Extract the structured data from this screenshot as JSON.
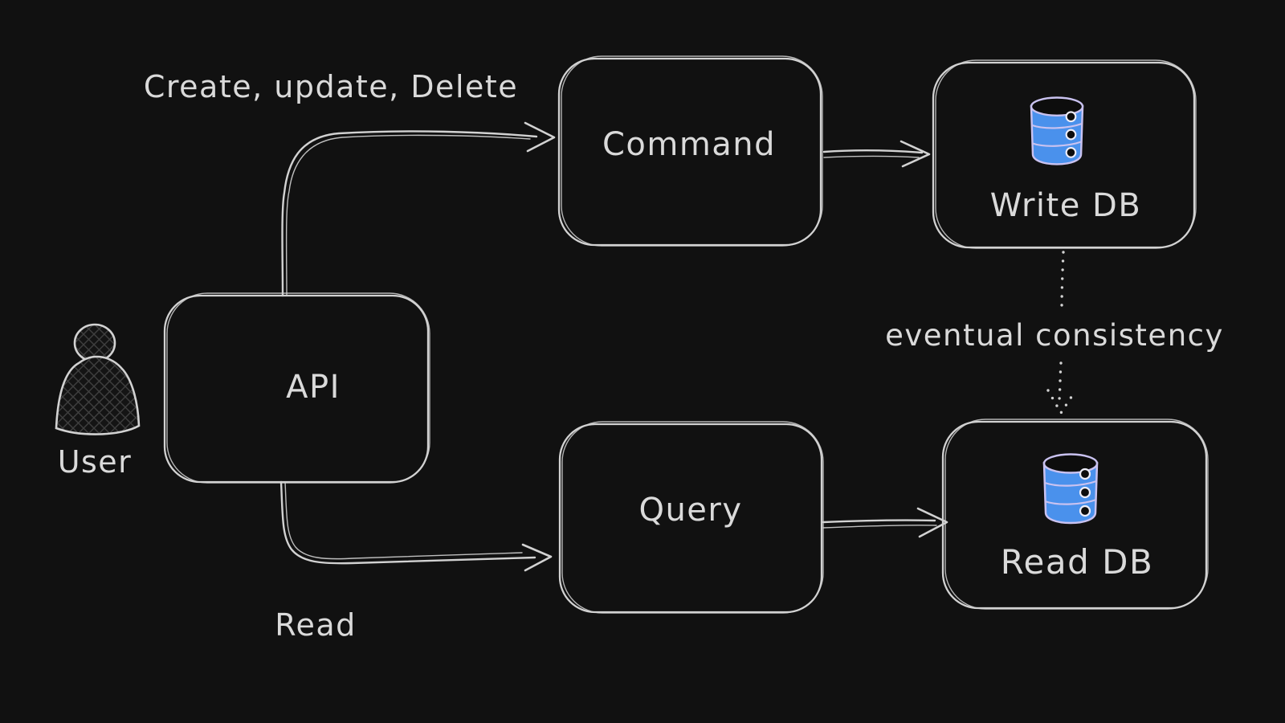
{
  "canvas": {
    "background": "#111111"
  },
  "colors": {
    "bg": "#111111",
    "ink": "#d2d2d2",
    "text": "#dadada",
    "db_fill": "#4a91ec",
    "db_outline": "#c9c2f0",
    "db_dark": "#0d0d0d",
    "hatch": "#3f3f3f"
  },
  "nodes": {
    "user": {
      "label": "User",
      "icon": "person-icon"
    },
    "api": {
      "label": "API"
    },
    "command": {
      "label": "Command"
    },
    "write_db": {
      "label": "Write DB",
      "icon": "database-icon"
    },
    "query": {
      "label": "Query"
    },
    "read_db": {
      "label": "Read DB",
      "icon": "database-icon"
    }
  },
  "edges": {
    "api_to_command": {
      "label": "Create, update, Delete",
      "style": "solid-arrow"
    },
    "command_to_write_db": {
      "label": "",
      "style": "solid-arrow"
    },
    "api_to_query": {
      "label": "Read",
      "style": "solid-arrow"
    },
    "query_to_read_db": {
      "label": "",
      "style": "solid-arrow"
    },
    "write_db_to_read_db": {
      "label": "eventual consistency",
      "style": "dotted-arrow"
    }
  }
}
